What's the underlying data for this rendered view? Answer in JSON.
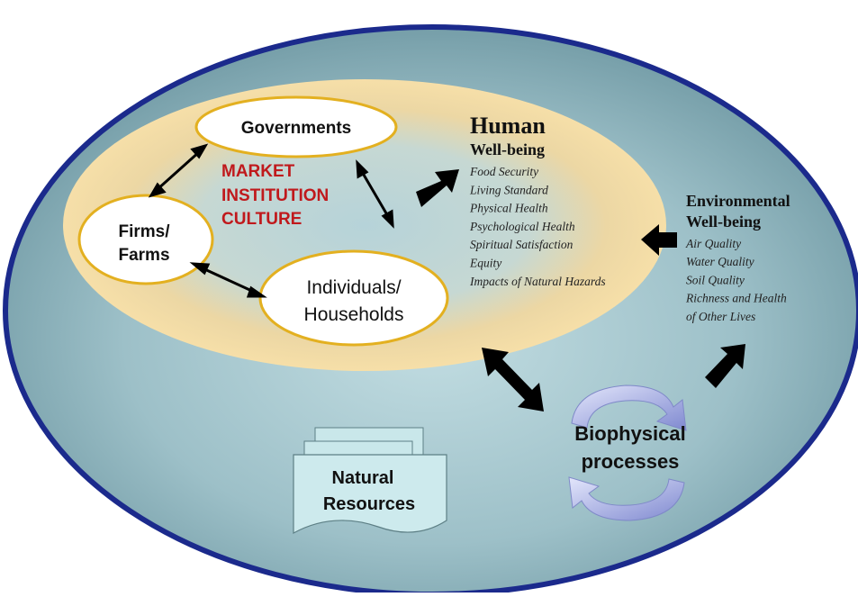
{
  "nodes": {
    "governments": "Governments",
    "firms_line1": "Firms/",
    "firms_line2": "Farms",
    "individuals_line1": "Individuals/",
    "individuals_line2": "Households"
  },
  "context": {
    "line1": "MARKET",
    "line2": "INSTITUTION",
    "line3": "CULTURE"
  },
  "human_wellbeing": {
    "title": "Human",
    "subtitle": "Well-being",
    "items": [
      "Food Security",
      "Living Standard",
      "Physical Health",
      "Psychological Health",
      "Spiritual Satisfaction",
      "Equity",
      "Impacts of Natural Hazards"
    ]
  },
  "environmental_wellbeing": {
    "title": "Environmental",
    "subtitle": "Well-being",
    "items": [
      "Air Quality",
      "Water Quality",
      "Soil Quality",
      "Richness and Health",
      "of Other Lives"
    ]
  },
  "biophysical": {
    "line1": "Biophysical",
    "line2": "processes"
  },
  "natural_resources": {
    "line1": "Natural",
    "line2": "Resources"
  },
  "colors": {
    "outer_fill_center": "#b9d6dc",
    "outer_fill_edge": "#6f9aa4",
    "outer_border": "#1b2a8c",
    "inner_glow": "#f3d9a2",
    "node_border": "#e3b020",
    "context_text": "#c0191c",
    "arrow": "#000000",
    "cycle_arrow": "#8f97d6",
    "resources_fill": "#c9e7ea"
  }
}
